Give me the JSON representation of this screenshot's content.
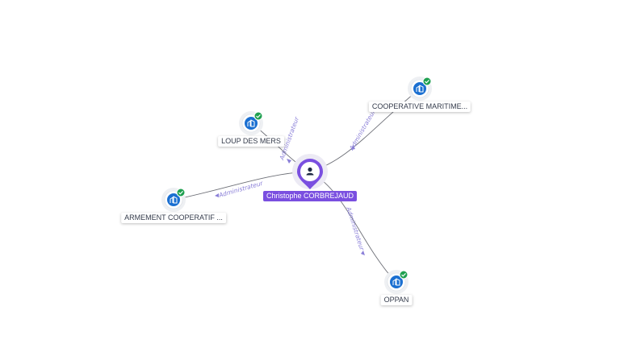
{
  "person": {
    "name": "Christophe CORBREJAUD",
    "icon": "person-icon",
    "color": "#7a4fe0"
  },
  "companies": [
    {
      "id": "loup",
      "label": "LOUP DES MERS",
      "icon": "building-icon",
      "verified": true
    },
    {
      "id": "coop",
      "label": "COOPERATIVE MARITIME...",
      "icon": "building-icon",
      "verified": true
    },
    {
      "id": "armement",
      "label": "ARMEMENT COOPERATIF ...",
      "icon": "building-icon",
      "verified": true
    },
    {
      "id": "oppan",
      "label": "OPPAN",
      "icon": "building-icon",
      "verified": true
    }
  ],
  "edges": [
    {
      "to": "loup",
      "label": "Administrateur"
    },
    {
      "to": "coop",
      "label": "Administrateur"
    },
    {
      "to": "armement",
      "label": "Administrateur"
    },
    {
      "to": "oppan",
      "label": "Administrateur"
    }
  ],
  "colors": {
    "building": "#1a6fd1",
    "verified": "#1fa050",
    "edge_label": "#8a7fd8"
  }
}
